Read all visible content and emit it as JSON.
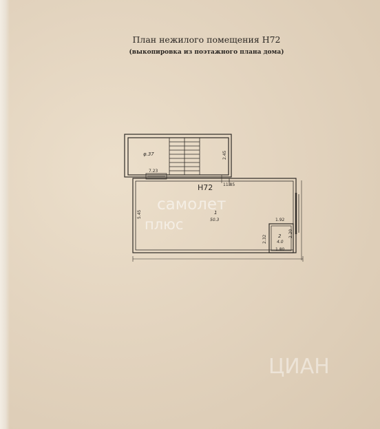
{
  "header": {
    "title": "План нежилого помещения Н72",
    "subtitle": "(выкопировка из поэтажного плана дома)"
  },
  "plan": {
    "premise_label": "Н72",
    "upper_room_area": "φ.37",
    "dimensions": {
      "top_height": "2.45",
      "top_width": "7.23",
      "main_length": "11.85",
      "main_height": "5.45",
      "closet_width_top": "1.92",
      "closet_height_right": "2.20",
      "closet_height_left": "2.32",
      "closet_width_bottom": "1.80"
    },
    "room1": {
      "number": "1",
      "area": "50.3"
    },
    "room2": {
      "number": "2",
      "area": "4.0"
    }
  },
  "watermark": {
    "line1": "самолет",
    "line2": "плюс",
    "line3": "ЦИАН"
  },
  "colors": {
    "paper": "#e3d4bf",
    "ink": "#2a2622",
    "watermark": "#ffffff"
  }
}
